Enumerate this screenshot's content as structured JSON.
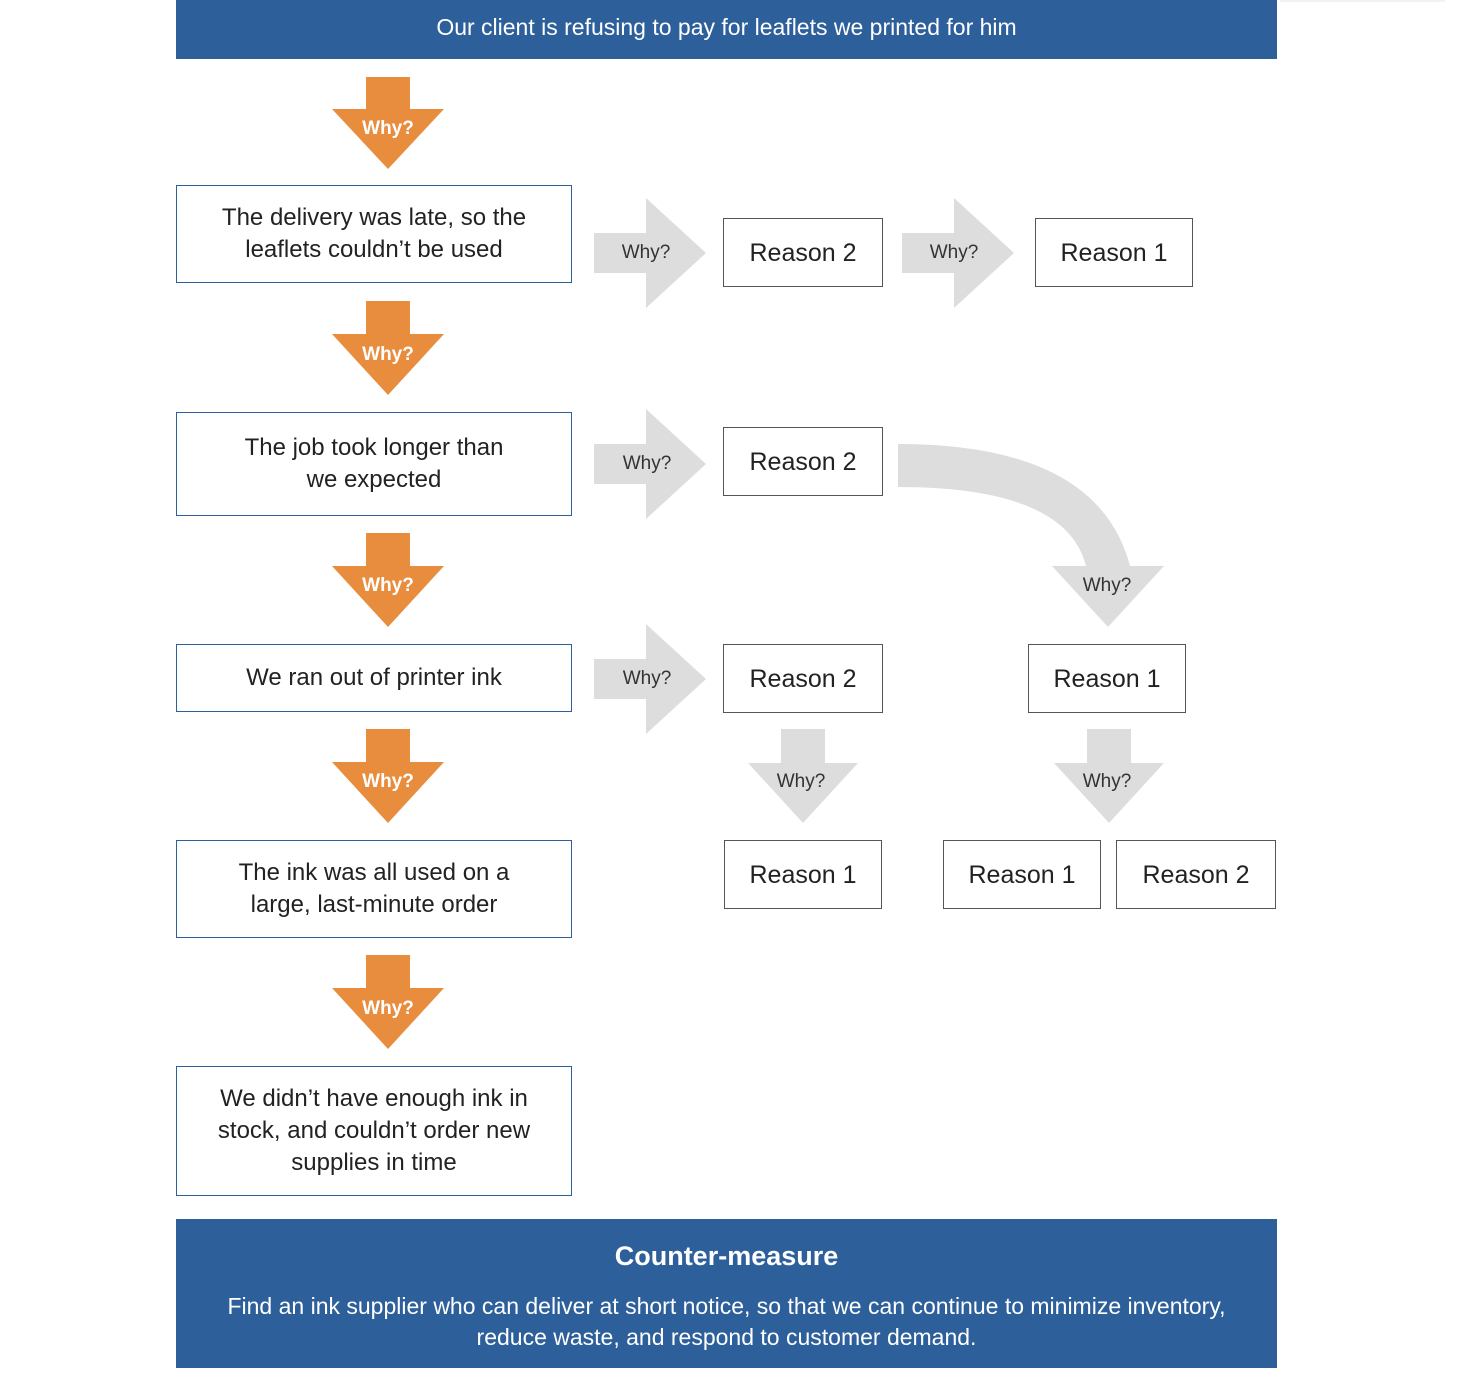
{
  "header": {
    "title": "Our client is refusing to pay for leaflets we printed for him"
  },
  "why_label": "Why?",
  "main_chain": [
    "The delivery was late, so the leaflets couldn’t be used",
    "The job took longer than we expected",
    "We ran out of printer ink",
    "The ink was all used on a large, last-minute order",
    "We didn’t have enough ink in stock, and couldn’t order new supplies in time"
  ],
  "branches": {
    "row1": {
      "reason_a": "Reason 2",
      "reason_b": "Reason 1"
    },
    "row2": {
      "reason_a": "Reason 2"
    },
    "row3": {
      "reason_a": "Reason 2",
      "reason_b": "Reason 1"
    },
    "row4": {
      "reason_a": "Reason 1",
      "reason_b": "Reason 1",
      "reason_c": "Reason 2"
    }
  },
  "countermeasure": {
    "title": "Counter-measure",
    "text": "Find an ink supplier who can deliver at short notice, so that we can continue to minimize inventory, reduce waste, and respond to customer demand."
  },
  "colors": {
    "banner": "#2d5f9a",
    "orange_arrow": "#e88d3d",
    "grey_arrow": "#dddddd",
    "main_border": "#2d5f9a"
  }
}
